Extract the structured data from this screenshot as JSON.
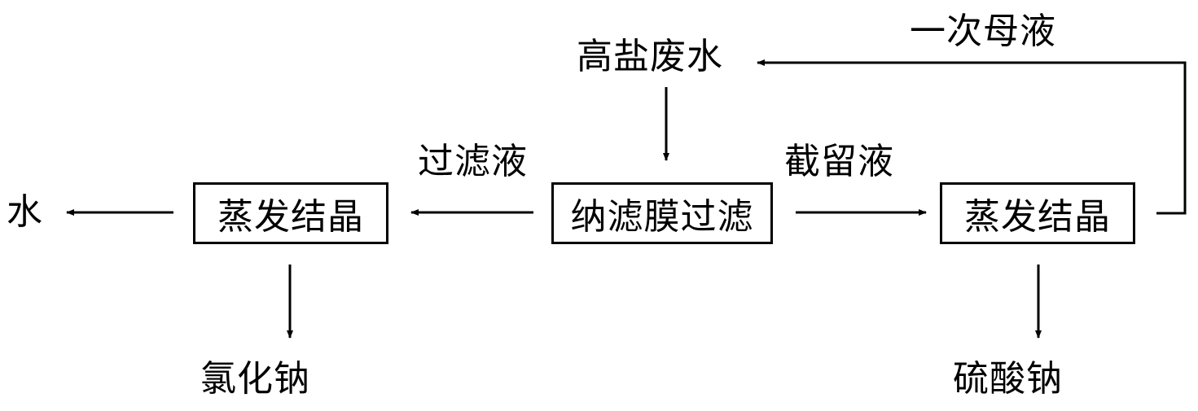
{
  "nodes": {
    "high_salt_wastewater": "高盐废水",
    "nanofiltration": "纳滤膜过滤",
    "evaporation_left": "蒸发结晶",
    "evaporation_right": "蒸发结晶",
    "water": "水",
    "sodium_chloride": "氯化钠",
    "sodium_sulfate": "硫酸钠"
  },
  "edges": {
    "filtrate": "过滤液",
    "retentate": "截留液",
    "primary_mother_liquor": "一次母液"
  },
  "colors": {
    "line": "#000000",
    "background": "#ffffff"
  }
}
